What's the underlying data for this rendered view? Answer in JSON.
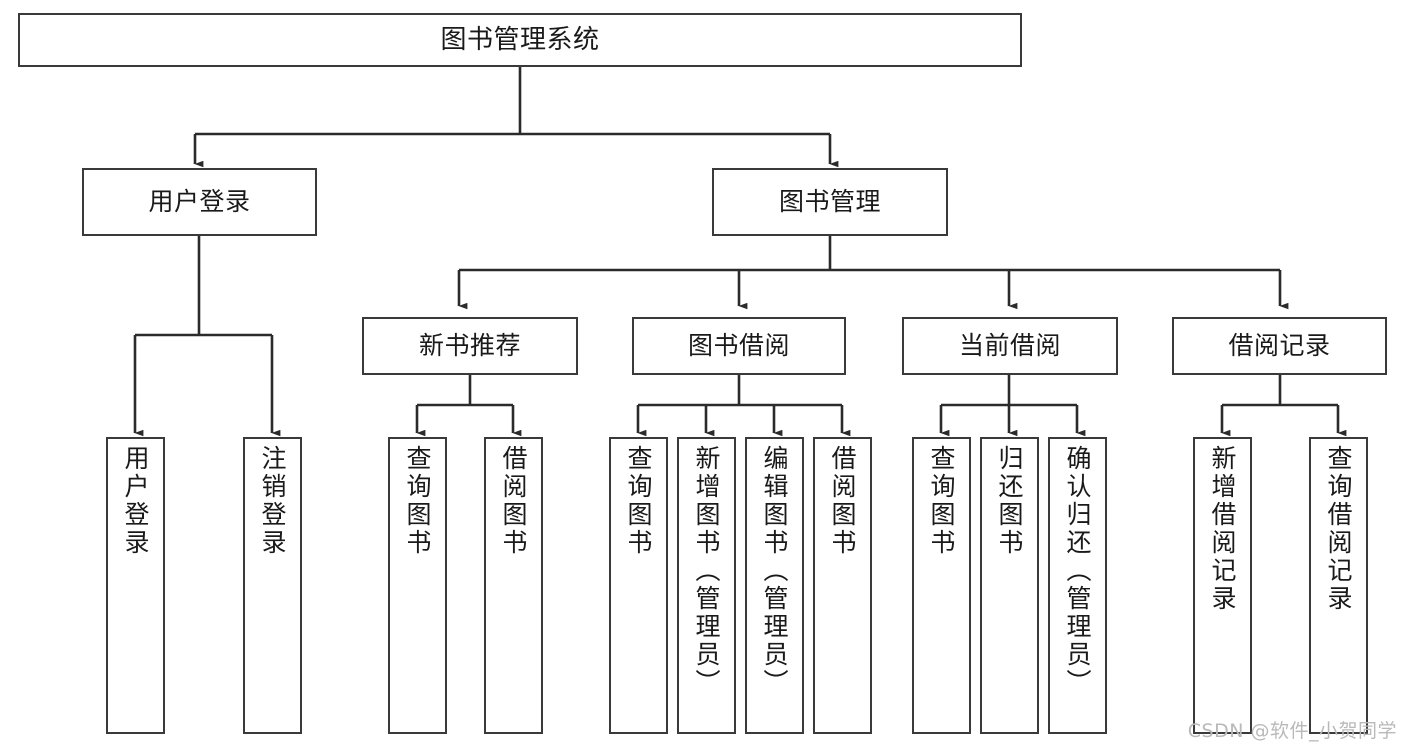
{
  "diagram": {
    "title": "图书管理系统",
    "type": "tree",
    "watermark": "CSDN @软件_小贺同学",
    "colors": {
      "background": "#ffffff",
      "box_border": "#3a3a3a",
      "edge": "#2b2b2b",
      "text": "#1a1a1a",
      "watermark": "#b9b9b9"
    },
    "levels": {
      "root": {
        "label": "图书管理系统"
      },
      "level2": [
        {
          "label": "用户登录"
        },
        {
          "label": "图书管理"
        }
      ],
      "level3": [
        {
          "label": "新书推荐"
        },
        {
          "label": "图书借阅"
        },
        {
          "label": "当前借阅"
        },
        {
          "label": "借阅记录"
        }
      ],
      "leaves": {
        "user_login": [
          {
            "label": "用户登录"
          },
          {
            "label": "注销登录"
          }
        ],
        "new_book_recommend": [
          {
            "label": "查询图书"
          },
          {
            "label": "借阅图书"
          }
        ],
        "book_borrow": [
          {
            "label": "查询图书"
          },
          {
            "label": "新增图书（管理员）"
          },
          {
            "label": "编辑图书（管理员）"
          },
          {
            "label": "借阅图书"
          }
        ],
        "current_borrow": [
          {
            "label": "查询图书"
          },
          {
            "label": "归还图书"
          },
          {
            "label": "确认归还（管理员）"
          }
        ],
        "borrow_record": [
          {
            "label": "新增借阅记录"
          },
          {
            "label": "查询借阅记录"
          }
        ]
      }
    }
  }
}
